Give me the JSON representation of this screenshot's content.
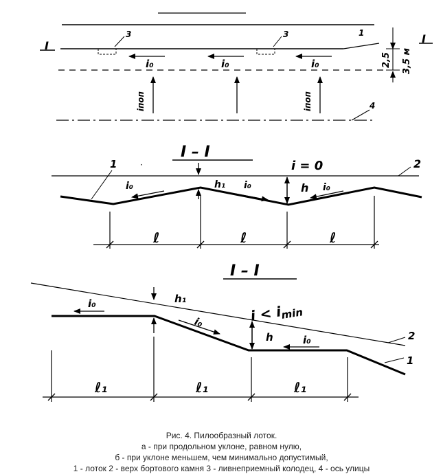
{
  "plan": {
    "section_marker_left": "I",
    "section_marker_right": "I",
    "inlet_label_a": "3",
    "inlet_label_b": "3",
    "curb_label": "1",
    "slope_labels": [
      "i₀",
      "i₀",
      "i₀"
    ],
    "cross_slope_labels": [
      "iпоп",
      "iпоп"
    ],
    "axis_label": "4",
    "dim_small": "2,5",
    "dim_total": "3,5 м"
  },
  "section_a": {
    "title": "I – I",
    "i_equals": "i = 0",
    "label_tray": "1",
    "label_curb": "2",
    "h1": "h₁",
    "h": "h",
    "slopes": [
      "i₀",
      "i₀",
      "i₀"
    ],
    "spacing": [
      "ℓ",
      "ℓ",
      "ℓ"
    ]
  },
  "section_b": {
    "title": "I – I",
    "h1": "h₁",
    "h": "h",
    "i_less": "i < i",
    "i_min_sub": "min",
    "slopes": [
      "i₀",
      "i₀",
      "i₀"
    ],
    "label_curb": "2",
    "label_tray": "1",
    "spacing": [
      "ℓ₁",
      "ℓ₁",
      "ℓ₁"
    ]
  },
  "caption": {
    "line1": "Рис. 4. Пилообразный лоток.",
    "line2": "а - при продольном уклоне, равном нулю,",
    "line3": "б - при уклоне меньшем, чем минимально допустимый,",
    "line4": "1 - лоток 2 - верх бортового камня 3 - ливнеприемный колодец, 4 - ось улицы"
  }
}
